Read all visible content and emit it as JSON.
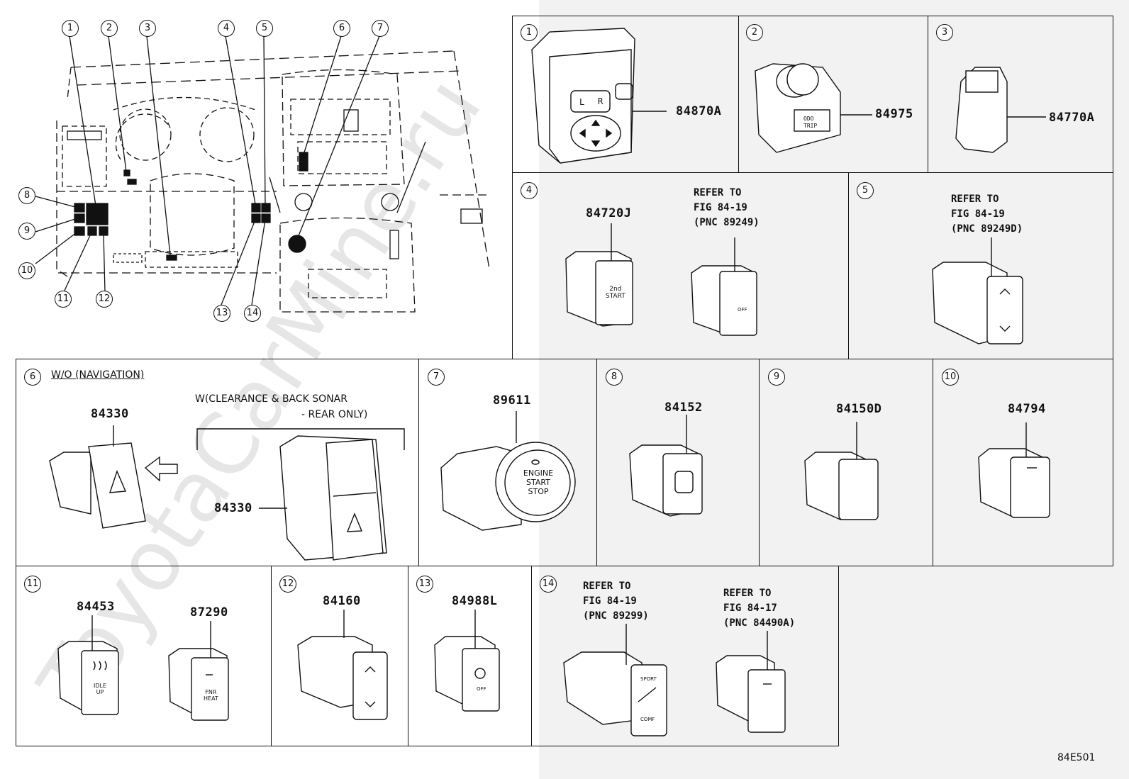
{
  "overview": {
    "callouts": [
      "1",
      "2",
      "3",
      "4",
      "5",
      "6",
      "7",
      "8",
      "9",
      "10",
      "11",
      "12",
      "13",
      "14"
    ]
  },
  "panels": [
    {
      "num": "1",
      "part": "84870A"
    },
    {
      "num": "2",
      "part": "84975"
    },
    {
      "num": "3",
      "part": "84770A"
    },
    {
      "num": "4",
      "part": "84720J",
      "ref": [
        "REFER TO",
        "FIG 84-19",
        "(PNC 89249)"
      ]
    },
    {
      "num": "5",
      "ref": [
        "REFER TO",
        "FIG 84-19",
        "(PNC 89249D)"
      ]
    },
    {
      "num": "6",
      "title": "W/O (NAVIGATION)",
      "part": "84330",
      "note": [
        "W(CLEARANCE & BACK SONAR",
        "- REAR ONLY)"
      ],
      "part2": "84330"
    },
    {
      "num": "7",
      "part": "89611",
      "labels": [
        "ENGINE",
        "START",
        "STOP"
      ]
    },
    {
      "num": "8",
      "part": "84152"
    },
    {
      "num": "9",
      "part": "84150D"
    },
    {
      "num": "10",
      "part": "84794"
    },
    {
      "num": "11",
      "part": "84453",
      "part2": "87290",
      "labels": [
        "IDLE",
        "UP"
      ],
      "labels2": [
        "FNR",
        "HEAT"
      ]
    },
    {
      "num": "12",
      "part": "84160"
    },
    {
      "num": "13",
      "part": "84988L",
      "labels": [
        "OFF"
      ]
    },
    {
      "num": "14",
      "ref": [
        "REFER TO",
        "FIG 84-19",
        "(PNC 89299)"
      ],
      "ref2": [
        "REFER TO",
        "FIG 84-17",
        "(PNC 84490A)"
      ],
      "labels": [
        "SPORT",
        "COMF"
      ]
    }
  ],
  "switch_labels": {
    "second_start": [
      "2nd",
      "START"
    ],
    "off": "OFF"
  },
  "watermark": "ToyotaCarMine.ru",
  "figure_code": "84E501"
}
